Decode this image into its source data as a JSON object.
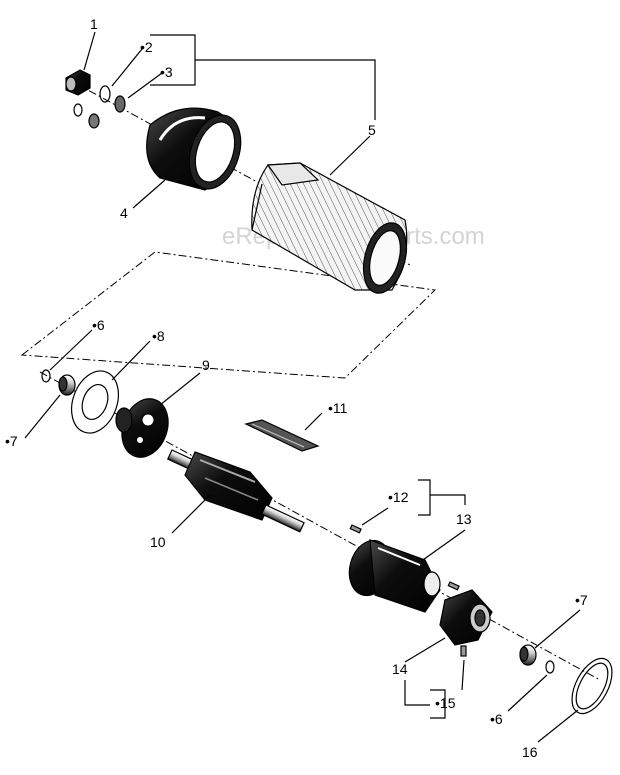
{
  "watermark": "eReplacementParts.com",
  "callouts": {
    "c1": "1",
    "c2": "•2",
    "c3": "•3",
    "c4": "4",
    "c5": "5",
    "c6a": "•6",
    "c7a": "•7",
    "c8": "•8",
    "c9": "9",
    "c10": "10",
    "c11": "•11",
    "c12": "•12",
    "c13": "13",
    "c14": "14",
    "c15": "•15",
    "c6b": "•6",
    "c7b": "•7",
    "c16": "16"
  }
}
